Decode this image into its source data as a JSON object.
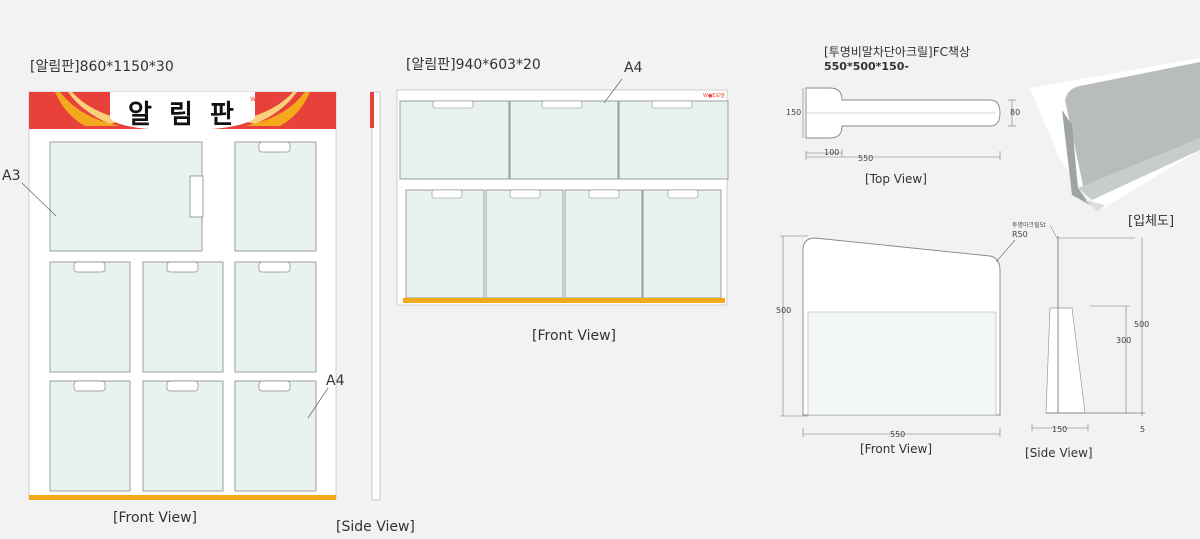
{
  "board1": {
    "title": "[알림판]860*1150*30",
    "header_text": "알 림 판",
    "logo_text": "W●E모델",
    "callout_a3": "A3",
    "callout_a4": "A4",
    "front_view": "[Front View]",
    "side_view": "[Side View]"
  },
  "board2": {
    "title": "[알림판]940*603*20",
    "callout_a4": "A4",
    "logo_text": "W●E모델",
    "front_view": "[Front View]"
  },
  "desk": {
    "title_line1": "[투명비말차단아크릴]FC책상",
    "title_line2": "550*500*150-",
    "top_view": "[Top View]",
    "front_view": "[Front View]",
    "side_view": "[Side View]",
    "iso_view": "[입체도]",
    "top_dims": {
      "d150": "150",
      "d80": "80",
      "d100": "100",
      "d550": "550"
    },
    "front_dims": {
      "d500": "500",
      "r50": "R50",
      "d550": "550"
    },
    "side_dims": {
      "material": "투명아크릴5t",
      "d500": "500",
      "d300": "300",
      "d150": "150",
      "d5": "5"
    }
  },
  "colors": {
    "header_red": "#e8403a",
    "accent_orange": "#f4a91c",
    "glass": "#e8f2f0",
    "line": "#888888"
  }
}
